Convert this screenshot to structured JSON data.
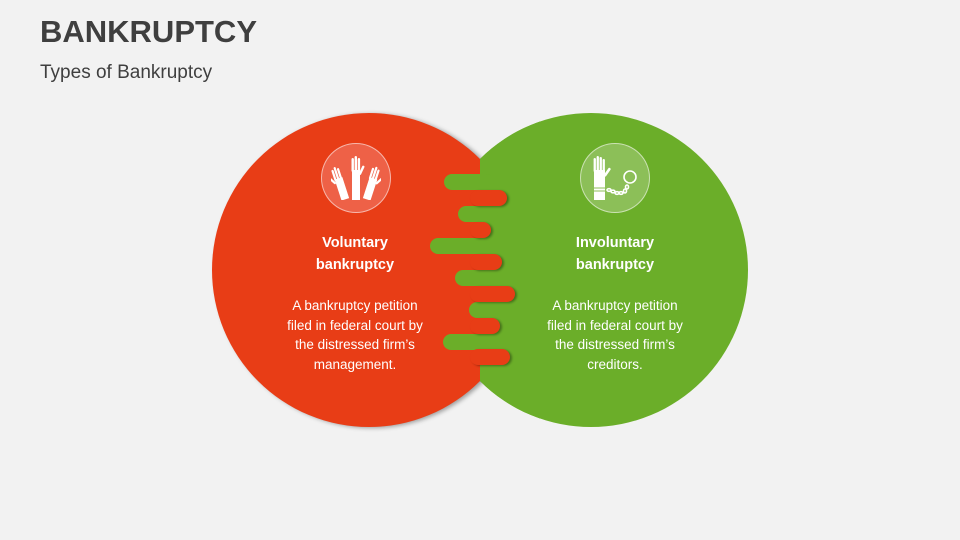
{
  "header": {
    "title": "BANKRUPTCY",
    "subtitle": "Types of Bankruptcy"
  },
  "colors": {
    "background": "#F2F2F2",
    "voluntary_red": "#E83D16",
    "involuntary_green": "#6BAE29",
    "title_text": "#3F3F3F"
  },
  "cards": [
    {
      "icon": "raised-hands-icon",
      "heading_line1": "Voluntary",
      "heading_line2": "bankruptcy",
      "body_line1": "A bankruptcy petition",
      "body_line2": "filed in federal court by",
      "body_line3": "the distressed firm’s",
      "body_line4": "management."
    },
    {
      "icon": "handcuffed-hand-icon",
      "heading_line1": "Involuntary",
      "heading_line2": "bankruptcy",
      "body_line1": "A bankruptcy petition",
      "body_line2": "filed in federal court by",
      "body_line3": "the distressed firm’s",
      "body_line4": "creditors."
    }
  ]
}
